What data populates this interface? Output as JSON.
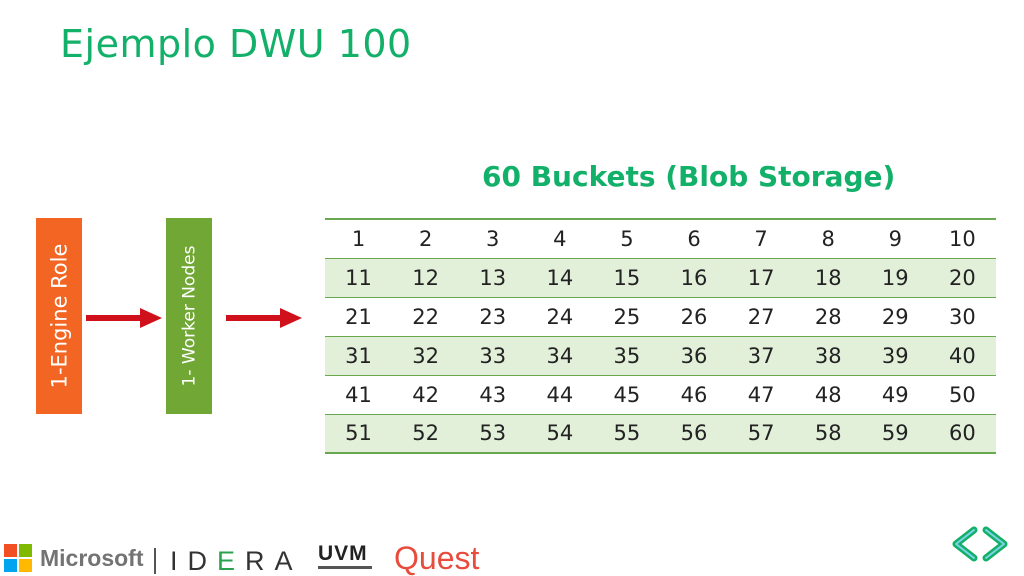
{
  "slide": {
    "title": "Ejemplo DWU 100",
    "table_title": "60 Buckets  (Blob Storage)"
  },
  "boxes": {
    "engine": "1-Engine Role",
    "worker": "1- Worker Nodes"
  },
  "colors": {
    "title_green": "#13b06a",
    "engine_orange": "#f26522",
    "worker_green": "#71a835",
    "arrow_red": "#d0101b",
    "row_shade": "#e2efd9"
  },
  "buckets": {
    "rows": [
      [
        "1",
        "2",
        "3",
        "4",
        "5",
        "6",
        "7",
        "8",
        "9",
        "10"
      ],
      [
        "11",
        "12",
        "13",
        "14",
        "15",
        "16",
        "17",
        "18",
        "19",
        "20"
      ],
      [
        "21",
        "22",
        "23",
        "24",
        "25",
        "26",
        "27",
        "28",
        "29",
        "30"
      ],
      [
        "31",
        "32",
        "33",
        "34",
        "35",
        "36",
        "37",
        "38",
        "39",
        "40"
      ],
      [
        "41",
        "42",
        "43",
        "44",
        "45",
        "46",
        "47",
        "48",
        "49",
        "50"
      ],
      [
        "51",
        "52",
        "53",
        "54",
        "55",
        "56",
        "57",
        "58",
        "59",
        "60"
      ]
    ]
  },
  "footer": {
    "microsoft": "Microsoft",
    "idera_a": "ID",
    "idera_b": "E",
    "idera_c": "RA",
    "uvm": "UVM",
    "quest": "Quest"
  },
  "icons": {
    "arrows": "right-arrow-icon",
    "nav": "prev-next-chevrons-icon"
  }
}
